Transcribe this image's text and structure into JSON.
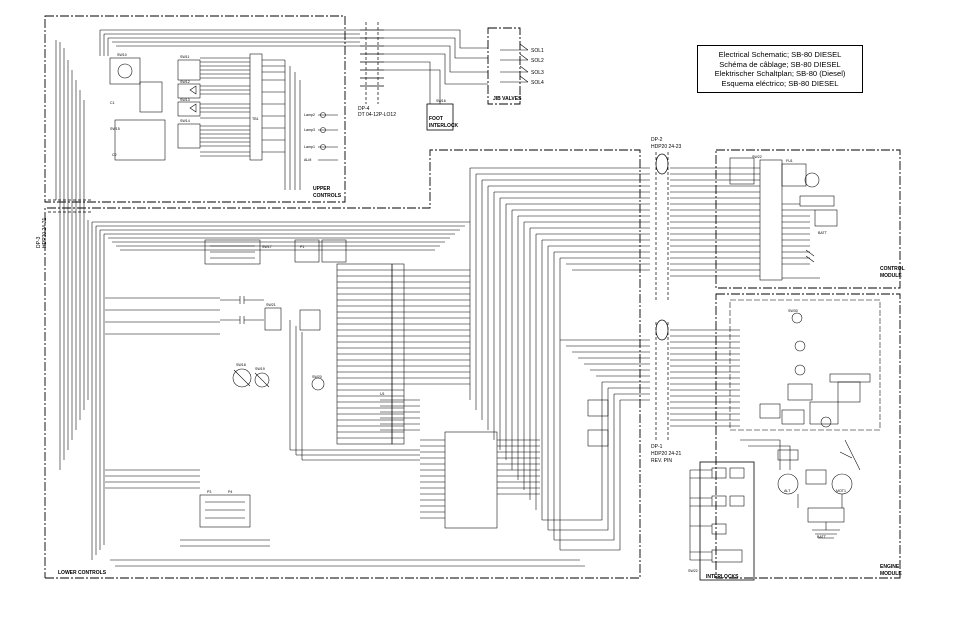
{
  "title_lines": [
    "Electrical Schematic; SB-80 DIESEL",
    "Schéma de câblage; SB-80 DIESEL",
    "Elektrischer Schaltplan; SB-80 (Diesel)",
    "Esquema eléctrico; SB-80 DIESEL"
  ],
  "zones": {
    "upper_controls": [
      "UPPER",
      "CONTROLS"
    ],
    "lower_controls": "LOWER CONTROLS",
    "control_module": [
      "CONTROL",
      "MODULE"
    ],
    "engine_module": [
      "ENGINE",
      "MODULE"
    ],
    "jib_valves": "JIB VALVES",
    "foot_interlock": [
      "FOOT",
      "INTERLOCK"
    ],
    "interlocks": "INTERLOCKS"
  },
  "connectors": {
    "dp4": [
      "DP-4",
      "DT 04-12P-LO12"
    ],
    "dp2": [
      "DP-2",
      "HDP20 24-23"
    ],
    "dp1": [
      "DP-1",
      "HDP20 24-21",
      "REV. PIN"
    ],
    "dp3": [
      "DP-3",
      "HDP20 24-21"
    ]
  },
  "valves": [
    "SOL1",
    "SOL2",
    "SOL3",
    "SOL4"
  ],
  "component_labels": {
    "sw10": "SW10",
    "sw11": "SW11",
    "sw12": "SW12",
    "sw13": "SW13",
    "sw14": "SW14",
    "sw15": "SW15",
    "sw16": "SW16",
    "sw17": "SW17",
    "sw18": "SW18",
    "sw19": "SW19",
    "sw20": "SW20",
    "sw21": "SW21",
    "sw22": "SW22",
    "sw30": "SW30",
    "c1": "C1",
    "c2": "C2",
    "u1": "U1",
    "lamp1": "Lamp1",
    "lamp2": "Lamp2",
    "lamp3": "Lamp3",
    "alm": "ALM",
    "p1": "P1",
    "p3": "P3",
    "p4": "P4",
    "tb1": "TB1",
    "batt": "BATT",
    "alt": "ALT",
    "mot1": "MOT1",
    "fu1": "FU1"
  }
}
